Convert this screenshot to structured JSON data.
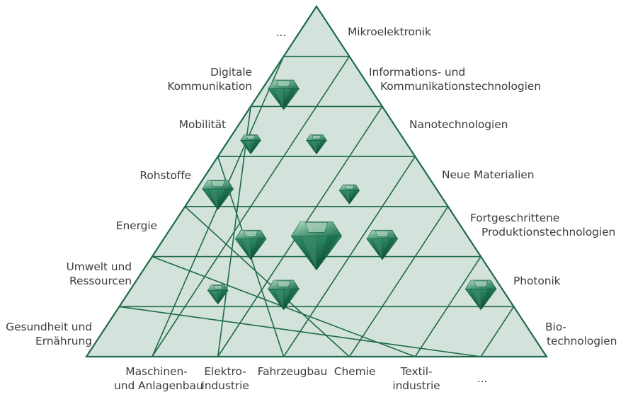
{
  "colors": {
    "fill": "#d3e3dc",
    "stroke": "#1f6a4a",
    "gem_dark": "#0f5a3e",
    "gem_mid": "#3f8f6d",
    "gem_light": "#a7cdb9"
  },
  "left_labels": [
    {
      "lines": [
        "..."
      ]
    },
    {
      "lines": [
        "Digitale",
        "Kommunikation"
      ]
    },
    {
      "lines": [
        "Mobilität"
      ]
    },
    {
      "lines": [
        "Rohstoffe"
      ]
    },
    {
      "lines": [
        "Energie"
      ]
    },
    {
      "lines": [
        "Umwelt und",
        "Ressourcen"
      ]
    },
    {
      "lines": [
        "Gesundheit und",
        "Ernährung"
      ]
    }
  ],
  "right_labels": [
    {
      "lines": [
        "Mikroelektronik"
      ]
    },
    {
      "lines": [
        "Informations- und",
        "Kommunikationstechnologien"
      ]
    },
    {
      "lines": [
        "Nanotechnologien"
      ]
    },
    {
      "lines": [
        "Neue Materialien"
      ]
    },
    {
      "lines": [
        "Fortgeschrittene",
        "Produktionstechnologien"
      ]
    },
    {
      "lines": [
        "Photonik"
      ]
    },
    {
      "lines": [
        "Bio-",
        "technologien"
      ]
    }
  ],
  "bottom_labels": [
    {
      "lines": [
        "Maschinen-",
        "und Anlagenbau"
      ]
    },
    {
      "lines": [
        "Elektro-",
        "Industrie"
      ]
    },
    {
      "lines": [
        "Fahrzeugbau"
      ]
    },
    {
      "lines": [
        "Chemie"
      ]
    },
    {
      "lines": [
        "Textil-",
        "industrie"
      ]
    },
    {
      "lines": [
        "..."
      ]
    }
  ],
  "gems": [
    {
      "row": 2,
      "col": 1,
      "size": "medium"
    },
    {
      "row": 3,
      "col": 1,
      "size": "small"
    },
    {
      "row": 3,
      "col": 2,
      "size": "small"
    },
    {
      "row": 4,
      "col": 1,
      "size": "medium"
    },
    {
      "row": 4,
      "col": 3,
      "size": "small"
    },
    {
      "row": 5,
      "col": 2,
      "size": "medium"
    },
    {
      "row": 5,
      "col": 3,
      "size": "large"
    },
    {
      "row": 5,
      "col": 4,
      "size": "medium"
    },
    {
      "row": 6,
      "col": 2,
      "size": "small"
    },
    {
      "row": 6,
      "col": 3,
      "size": "medium"
    },
    {
      "row": 6,
      "col": 6,
      "size": "medium"
    }
  ]
}
